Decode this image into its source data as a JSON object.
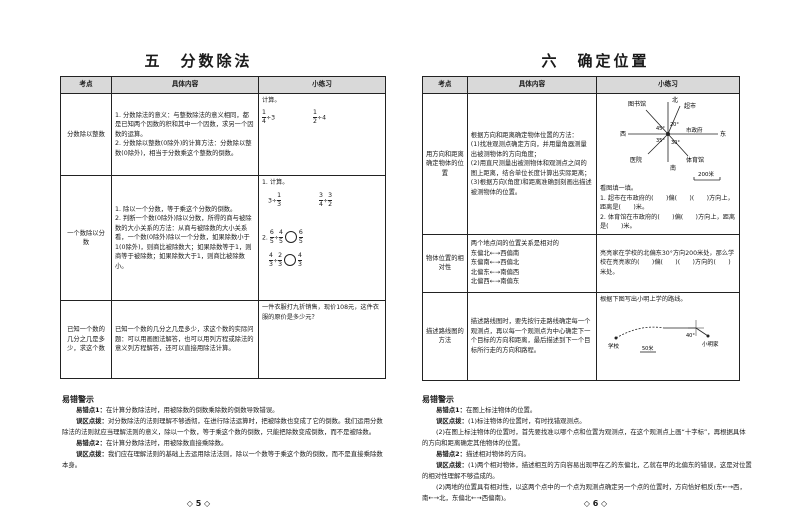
{
  "left": {
    "title": "五　分数除法",
    "headers": [
      "考点",
      "具体内容",
      "小练习"
    ],
    "rows": [
      {
        "topic": "分数除以整数",
        "content": [
          "1. 分数除法的意义：与整数除法的意义相同，都是已知两个因数的积和其中一个因数，求另一个因数的运算。",
          "2. 分数除以整数(0除外)的计算方法：分数除以整数(0除外)，相当于分数乘这个整数的倒数。"
        ],
        "practice_label": "计算。",
        "expr1": {
          "a_num": "1",
          "a_den": "4",
          "op": "÷3"
        },
        "expr2": {
          "a_num": "1",
          "a_den": "2",
          "op": "÷4"
        }
      },
      {
        "topic": "一个数除以分数",
        "content": [
          "1. 除以一个分数，等于乘这个分数的倒数。",
          "2. 判断一个数(0除外)除以分数，所得的商与被除数的大小关系的方法：从商与被除数的大小关系看，一个数(0除外)除以一个分数，如果除数小于1(0除外)，则商比被除数大；如果除数等于1，则商等于被除数；如果除数大于1，则商比被除数小。"
        ],
        "practice1_label": "1. 计算。",
        "p1_expr1": {
          "l": "3÷",
          "num": "1",
          "den": "3"
        },
        "p1_expr2": {
          "a_num": "3",
          "a_den": "4",
          "op": "÷",
          "b_num": "3",
          "b_den": "2"
        },
        "practice2_label": "2.",
        "p2_expr1": {
          "a_num": "6",
          "a_den": "5",
          "op": "÷",
          "b_num": "4",
          "b_den": "5",
          "r_num": "6",
          "r_den": "5"
        },
        "p2_expr2": {
          "a_num": "4",
          "a_den": "3",
          "op": "÷",
          "b_num": "2",
          "b_den": "3",
          "r_num": "4",
          "r_den": "3"
        }
      },
      {
        "topic": "已知一个数的几分之几是多少，求这个数",
        "content": [
          "已知一个数的几分之几是多少，求这个数的实际问题：可以用画图法解答，也可以用列方程或除法的意义列方程解答，还可以直接用除法计算。"
        ],
        "practice": "一件衣服打九折销售，现价108元，这件衣服的原价是多少元？"
      }
    ],
    "warn_title": "易错警示",
    "warnings": [
      {
        "label": "易错点1：",
        "text": "在计算分数除法时，用被除数的倒数乘除数的倒数导致错误。"
      },
      {
        "label": "误区点拨：",
        "text": "对分数除法的法则理解不够透彻，在进行除法运算时，把被除数也变成了它的倒数。我们运用分数除法的法则就应当理解法则的意义，除以一个数，等于乘这个数的倒数，只能把除数变成倒数，而不是被除数。"
      },
      {
        "label": "易错点2：",
        "text": "在计算分数除法时，用被除数直接乘除数。"
      },
      {
        "label": "误区点拨：",
        "text": "我们应在理解法则的基础上去运用除法法则，除以一个数等于乘这个数的倒数，而不是直接乘除数本身。"
      }
    ],
    "page_number": "◇ 5 ◇"
  },
  "right": {
    "title": "六　确定位置",
    "headers": [
      "考点",
      "具体内容",
      "小练习"
    ],
    "rows": [
      {
        "topic": "用方向和距离确定物体的位置",
        "content": [
          "根据方向和距离确定物体位置的方法：",
          "(1)找准观测点确定方向，并用量角器测量出被测物体的方向角度；",
          "(2)用直尺测量出被测物体和观测点之间的图上距离，结合单位长度计算出实际距离；",
          "(3)根据方向(角度)和距离准确到刻画出描述被测物体的位置。"
        ],
        "map": {
          "north": "北",
          "south": "南",
          "east": "东",
          "west": "西",
          "library": "图书馆",
          "center": "市政府",
          "market": "超市",
          "gym": "体育馆",
          "hospital": "医院",
          "a1": "45°",
          "a2": "20°",
          "a3": "35°",
          "a4": "30°",
          "scale": "200米"
        },
        "practice": [
          "看图填一填。",
          "1. 超市在市政府的(　　)偏(　　)(　　)方向上，距离是(　　)米。",
          "2. 体育馆在市政府的(　　)偏(　　)方向上，距离是(　　)米。"
        ]
      },
      {
        "topic": "物体位置的相对性",
        "content": [
          "两个地点间的位置关系是相对的",
          "东偏北←→西偏南",
          "东偏南←→西偏北",
          "北偏东←→南偏西",
          "北偏西←→南偏东"
        ],
        "practice": "亮亮家在学校的北偏东30°方向200米处，那么学校在亮亮家的(　　)偏(　　)(　　)方向的(　　)米处。"
      },
      {
        "topic": "描述路线图的方法",
        "content": [
          "描述路线图时，要先按行走路线确定每一个观测点，再以每一个观测点为中心确定下一个目标的方向和距离，最后描述到下一个目标所行走的方向和路程。"
        ],
        "practice": "根据下图写出小明上学的路线。",
        "route": {
          "school": "学校",
          "home": "小明家",
          "angle": "40°",
          "scale": "50米"
        }
      }
    ],
    "warn_title": "易错警示",
    "warnings": [
      {
        "label": "易错点1：",
        "text": "在图上标注物体的位置。"
      },
      {
        "label": "误区点拨：",
        "text": "(1)标注物体的位置时，有时找错观测点。"
      },
      {
        "label": "",
        "text": "(2)在图上标注物体的位置时，首先要找准以哪个点和位置为观测点，在这个观测点上画“十字标”，再根据具体的方向和距离确定其他物体的位置。"
      },
      {
        "label": "易错点2：",
        "text": "描述相对物体的方向。"
      },
      {
        "label": "误区点拨：",
        "text": "(1)两个相对物体，描述相互的方向容易出现甲在乙的东偏北，乙就在甲的北偏东的错误，这是对位置的相对性理解不够造成的。"
      },
      {
        "label": "",
        "text": "(2)两地的位置具有相对性，以这两个点中的一个点为观测点确定另一个点的位置时，方向恰好相反(东←→西，南←→北，东偏北←→西偏南)。"
      }
    ],
    "page_number": "◇ 6 ◇"
  }
}
